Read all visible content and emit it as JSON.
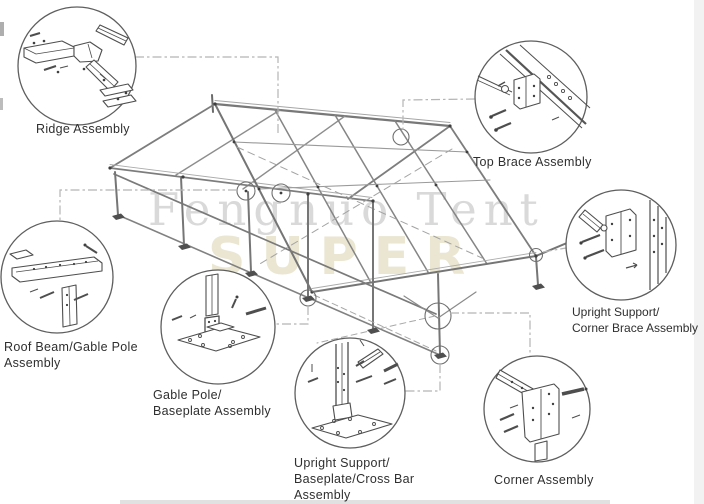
{
  "diagram": {
    "watermark": {
      "line1": "Fengnuo Tent",
      "line2": "SUPER"
    },
    "labels": {
      "ridge": [
        "Ridge Assembly"
      ],
      "top_brace": [
        "Top Brace Assembly"
      ],
      "roof_beam": [
        "Roof Beam/Gable Pole",
        "Assembly"
      ],
      "gable_pole": [
        "Gable Pole/",
        "Baseplate Assembly"
      ],
      "upright_baseplate": [
        "Upright Support/",
        "Baseplate/Cross Bar",
        "Assembly"
      ],
      "corner": [
        "Corner Assembly"
      ],
      "upright_corner_brace": [
        "Upright Support/",
        "Corner Brace Assembly"
      ]
    },
    "colors": {
      "background": "#ffffff",
      "frame_line": "#8d8d8d",
      "frame_dark": "#6f6f6f",
      "callout_stroke": "#5e5e5e",
      "connector_line": "#b5b5b5",
      "label_text": "#2f2f2f",
      "watermark_gray": "#919191",
      "watermark_khaki": "#d6cda4"
    }
  }
}
